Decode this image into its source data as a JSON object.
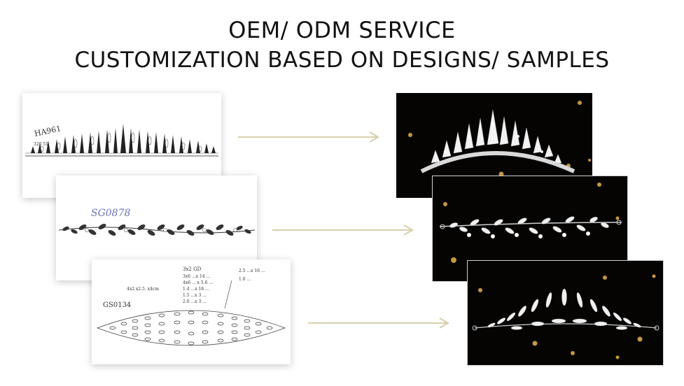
{
  "header": {
    "line1": "OEM/ ODM SERVICE",
    "line2": "CUSTOMIZATION BASED ON DESIGNS/ SAMPLES"
  },
  "sketches": [
    {
      "code": "HA961",
      "notes": [
        "320 51"
      ]
    },
    {
      "code": "SG0878",
      "notes": []
    },
    {
      "code": "GS0134",
      "notes": [
        "3x2 GD",
        "4x2 x2.5.   x4cm",
        "3x6 ...x 14 ...",
        "4x6 ... x 5.6 ...",
        "1.4 ...x 18 ...",
        "1.5 ...x 3 ...",
        "2.0 ...x 3 ...",
        "2.5 ...x 16 ...",
        "1.0 ..."
      ]
    }
  ],
  "colors": {
    "arrow": "#d8d0aa",
    "photo_bg": "#050403",
    "bokeh": "#e7b24a",
    "title": "#111111"
  },
  "icons": [
    "arrow-right-icon",
    "arrow-right-icon",
    "arrow-right-icon"
  ]
}
